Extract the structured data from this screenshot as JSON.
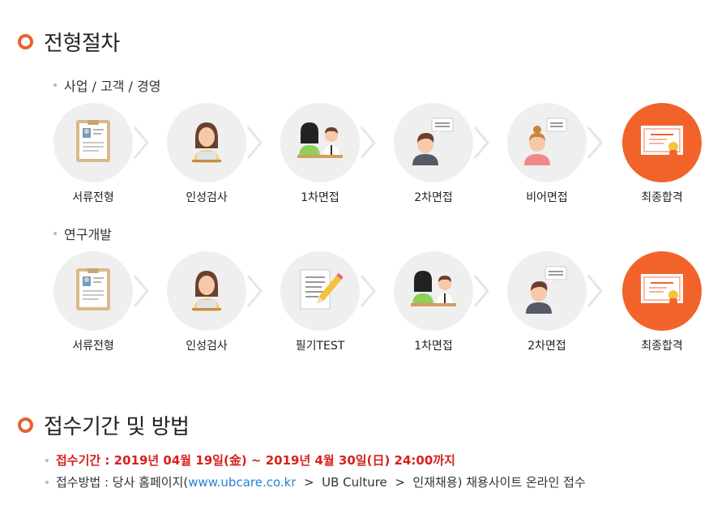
{
  "section1": {
    "title": "전형절차"
  },
  "groups": [
    {
      "label": "사업 / 고객 / 경영",
      "steps": [
        {
          "label": "서류전형",
          "icon": "resume-document-icon"
        },
        {
          "label": "인성검사",
          "icon": "woman-laptop-icon"
        },
        {
          "label": "1차면접",
          "icon": "interview-icon"
        },
        {
          "label": "2차면접",
          "icon": "man-speech-bubble-icon"
        },
        {
          "label": "비어면접",
          "icon": "woman-speech-bubble-icon"
        },
        {
          "label": "최종합격",
          "icon": "certificate-icon"
        }
      ]
    },
    {
      "label": "연구개발",
      "steps": [
        {
          "label": "서류전형",
          "icon": "resume-document-icon"
        },
        {
          "label": "인성검사",
          "icon": "woman-laptop-icon"
        },
        {
          "label": "필기TEST",
          "icon": "written-test-icon"
        },
        {
          "label": "1차면접",
          "icon": "interview-icon"
        },
        {
          "label": "2차면접",
          "icon": "man-speech-bubble-icon"
        },
        {
          "label": "최종합격",
          "icon": "certificate-icon"
        }
      ]
    }
  ],
  "section2": {
    "title": "접수기간 및 방법",
    "period": "접수기간 : 2019년 04월 19일(金) ~ 2019년 4월 30일(日) 24:00까지",
    "method_prefix": "접수방법 : 당사 홈페이지(",
    "method_link": "www.ubcare.co.kr",
    "method_suffix": "  >  UB Culture  >  인재채용) 채용사이트 온라인 접수"
  },
  "colors": {
    "accent": "#f2632a",
    "red_text": "#d7211d",
    "link": "#2b7fd3",
    "circle_bg": "#efefef"
  }
}
